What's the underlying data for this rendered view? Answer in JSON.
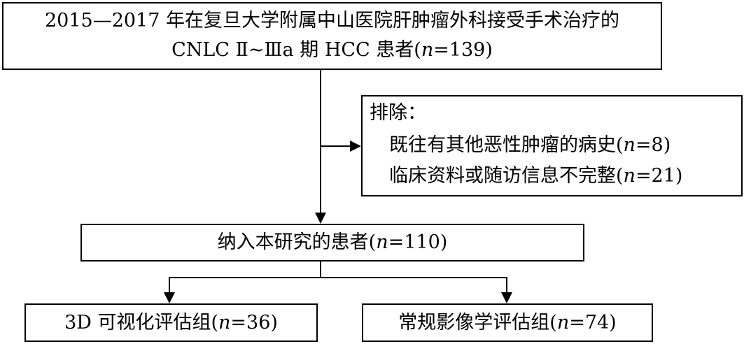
{
  "source_box": {
    "line1": "2015—2017 年在复旦大学附属中山医院肝肿瘤外科接受手术治疗的",
    "line2_prefix": "CNLC Ⅱ~Ⅲa 期 HCC 患者(",
    "n_symbol": "n",
    "line2_suffix": "=139)"
  },
  "exclusion_box": {
    "title": "排除：",
    "items": [
      {
        "prefix": "既往有其他恶性肿瘤的病史(",
        "n_symbol": "n",
        "suffix": "=8)"
      },
      {
        "prefix": "临床资料或随访信息不完整(",
        "n_symbol": "n",
        "suffix": "=21)"
      }
    ]
  },
  "included_box": {
    "prefix": "纳入本研究的患者(",
    "n_symbol": "n",
    "suffix": "=110)"
  },
  "groups": [
    {
      "prefix": "3D 可视化评估组(",
      "n_symbol": "n",
      "suffix": "=36)"
    },
    {
      "prefix": "常规影像学评估组(",
      "n_symbol": "n",
      "suffix": "=74)"
    }
  ]
}
